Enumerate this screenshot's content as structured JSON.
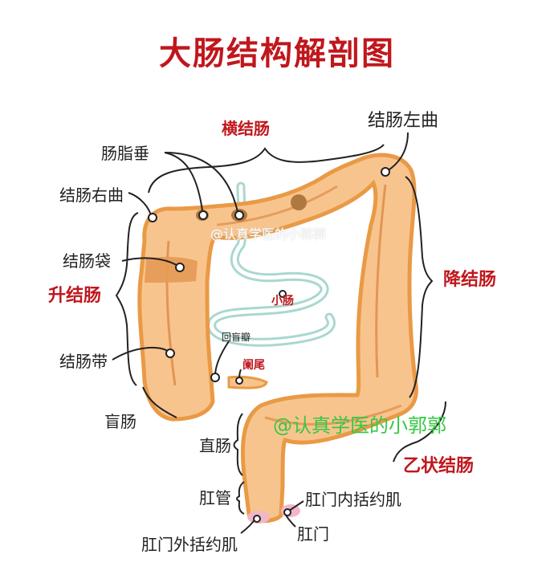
{
  "title": "大肠结构解剖图",
  "labels": {
    "transverse_colon": "横结肠",
    "left_flexure": "结肠左曲",
    "epiploic_appendices": "肠脂垂",
    "right_flexure": "结肠右曲",
    "haustra": "结肠袋",
    "ascending_colon": "升结肠",
    "descending_colon": "降结肠",
    "small_intestine": "小肠",
    "ileocecal_valve": "回盲瓣",
    "appendix": "阑尾",
    "taenia_coli": "结肠带",
    "cecum": "盲肠",
    "rectum": "直肠",
    "sigmoid_colon": "乙状结肠",
    "anal_canal": "肛管",
    "internal_sphincter": "肛门内括约肌",
    "anus": "肛门",
    "external_sphincter": "肛门外括约肌"
  },
  "watermarks": {
    "center": "@认真学医的小郭郭",
    "green": "@认真学医的小郭郭"
  },
  "colors": {
    "title": "#c0171d",
    "intestine_fill": "#f8c48e",
    "intestine_edge": "#e99a45",
    "haustra_band": "#e59a55",
    "small_intestine": "#a9d8d0",
    "watermark_green": "#35c845"
  }
}
